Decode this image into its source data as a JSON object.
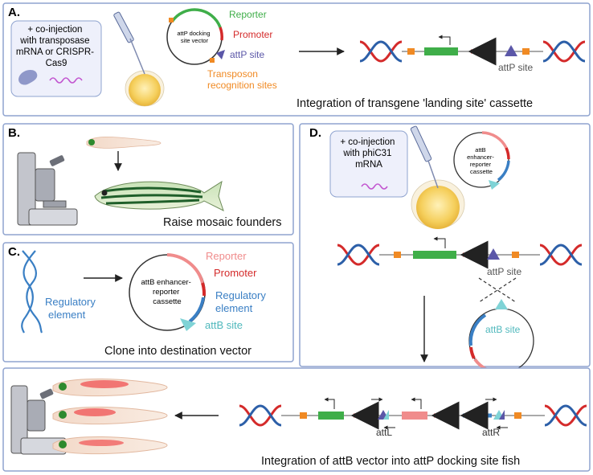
{
  "panels": {
    "a": {
      "letter": "A.",
      "box_text": [
        "+ co-injection",
        "with transposase",
        "mRNA or CRISPR-",
        "Cas9"
      ],
      "vector_name": [
        "attP docking",
        "site vector"
      ],
      "legend_reporter": "Reporter",
      "legend_promoter": "Promoter",
      "legend_attp": "attP site",
      "legend_transposon": [
        "Transposon",
        "recognition sites"
      ],
      "cassette_label": "attP site",
      "caption": "Integration of transgene 'landing site' cassette"
    },
    "b": {
      "letter": "B.",
      "caption": "Raise mosaic founders"
    },
    "c": {
      "letter": "C.",
      "regulatory_label": [
        "Regulatory",
        "element"
      ],
      "vector_name": [
        "attB enhancer-",
        "reporter",
        "cassette"
      ],
      "legend_reporter": "Reporter",
      "legend_promoter": "Promoter",
      "legend_regulatory": [
        "Regulatory",
        "element"
      ],
      "legend_attb": "attB site",
      "caption": "Clone into destination vector"
    },
    "d": {
      "letter": "D.",
      "box_text": [
        "+ co-injection",
        "with phiC31",
        "mRNA"
      ],
      "vector_name": [
        "attB",
        "enhancer-",
        "reporter",
        "cassette"
      ],
      "attp_label": "attP site",
      "attb_label": "attB site",
      "attl_label": "attL",
      "attr_label": "attR",
      "caption": "Integration of attB vector into attP docking site fish"
    }
  },
  "colors": {
    "panel_border": "#8fa3cf",
    "box_fill": "#eef0fb",
    "reporter": "#3fae49",
    "promoter": "#d42a2a",
    "attp": "#5b57a8",
    "transposon": "#f08a24",
    "attb": "#7fd3d6",
    "pink_reporter": "#f08c8c",
    "regulatory": "#3a7fc4"
  }
}
